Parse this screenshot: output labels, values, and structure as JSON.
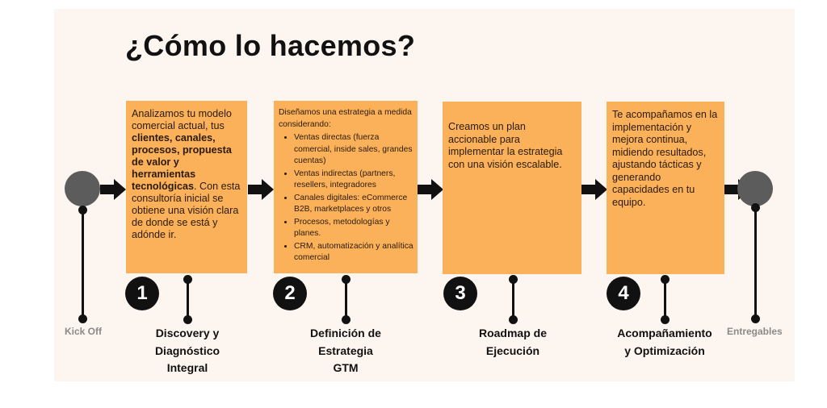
{
  "title": "¿Cómo lo hacemos?",
  "endpoints": {
    "start_label": "Kick Off",
    "end_label": "Entregables"
  },
  "steps": [
    {
      "number": "1",
      "label_lines": [
        "Discovery y",
        "Diagnóstico",
        "Integral"
      ],
      "text_intro": "Analizamos tu modelo comercial actual, tus ",
      "text_bold": "clientes, canales, procesos, propuesta de valor y herramientas tecnológicas",
      "text_outro": ". Con esta consultoría inicial se obtiene una visión clara de donde se está y adónde ir."
    },
    {
      "number": "2",
      "label_lines": [
        "Definición de",
        "Estrategia",
        "GTM"
      ],
      "text_intro": "Diseñamos una estrategia a medida considerando:",
      "bullets": [
        "Ventas directas (fuerza comercial, inside sales, grandes cuentas)",
        "Ventas indirectas (partners, resellers, integradores",
        "Canales digitales: eCommerce B2B, marketplaces y otros",
        "Procesos, metodologías y planes.",
        "CRM, automatización y analítica comercial"
      ]
    },
    {
      "number": "3",
      "label_lines": [
        "Roadmap de",
        "Ejecución"
      ],
      "text": "Creamos un plan accionable para implementar la estrategia con una visión escalable."
    },
    {
      "number": "4",
      "label_lines": [
        "Acompañamiento",
        "y Optimización"
      ],
      "text": "Te acompañamos en la implementación y mejora continua, midiendo resultados, ajustando tácticas y generando capacidades en tu equipo."
    }
  ],
  "colors": {
    "panel_bg": "#fdf5f0",
    "box_fill": "#fbb15a",
    "node_fill": "#5c5c5c",
    "ink": "#111111",
    "endpoint_label": "#8a8a8a"
  },
  "icons": [
    "right-arrow-icon"
  ]
}
